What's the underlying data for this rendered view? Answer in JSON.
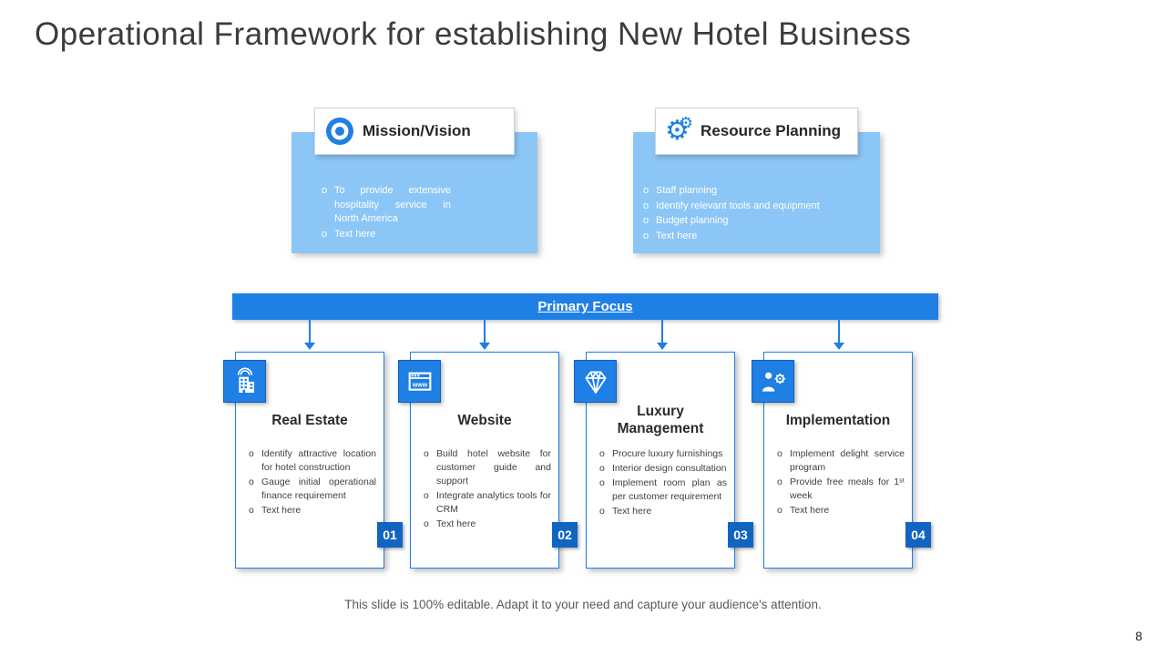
{
  "slide": {
    "title": "Operational Framework for establishing New Hotel Business",
    "footer": "This slide is 100% editable. Adapt it to your need and capture your audience's attention.",
    "page_number": "8"
  },
  "top_cards": [
    {
      "title": "Mission/Vision",
      "icon": "target-icon",
      "bullets": [
        "To provide extensive hospitality service in North America",
        "Text here"
      ]
    },
    {
      "title": "Resource Planning",
      "icon": "gears-icon",
      "bullets": [
        "Staff planning",
        "Identify relevant tools and equipment",
        "Budget planning",
        "Text here"
      ]
    }
  ],
  "primary_focus": {
    "label": "Primary Focus"
  },
  "steps": [
    {
      "number": "01",
      "title": "Real Estate",
      "icon": "building-signal-icon",
      "bullets": [
        "Identify attractive location for hotel construction",
        "Gauge initial operational finance requirement",
        "Text here"
      ]
    },
    {
      "number": "02",
      "title": "Website",
      "icon": "browser-icon",
      "bullets": [
        "Build hotel website for customer guide and support",
        "Integrate analytics tools for CRM",
        "Text here"
      ]
    },
    {
      "number": "03",
      "title": "Luxury Management",
      "icon": "diamond-icon",
      "bullets": [
        "Procure luxury furnishings",
        "Interior design consultation",
        "Implement room plan as per customer requirement",
        "Text here"
      ]
    },
    {
      "number": "04",
      "title": "Implementation",
      "icon": "trainer-gear-icon",
      "bullets": [
        "Implement delight service program",
        "Provide free meals for 1ˢᵗ week",
        "Text here"
      ]
    }
  ],
  "colors": {
    "accent_blue": "#1e7fe4",
    "light_blue": "#8cc6f7",
    "badge_blue": "#1164c2",
    "title_gray": "#3b3b3b"
  }
}
